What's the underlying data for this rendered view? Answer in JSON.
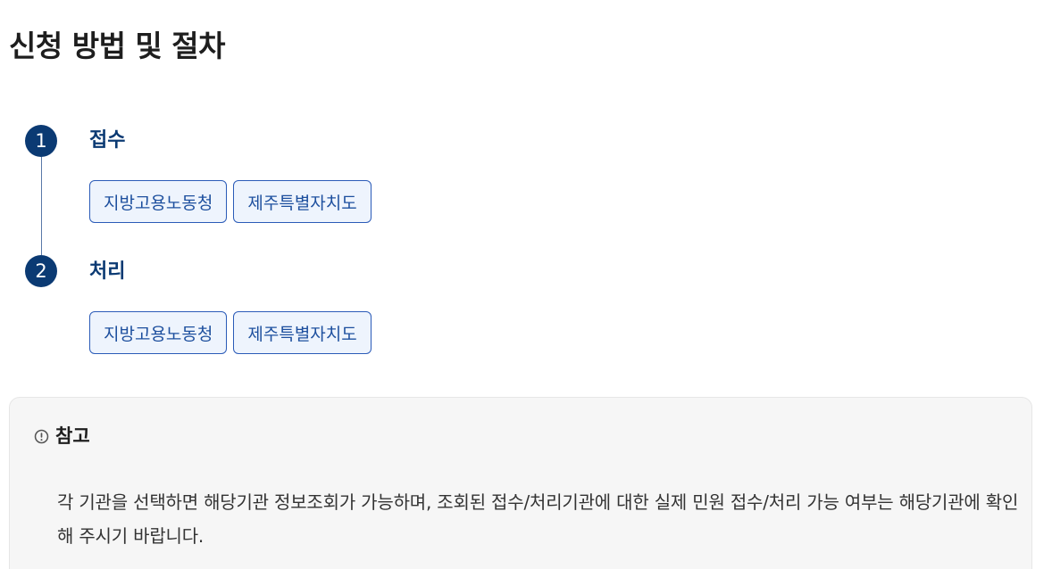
{
  "page": {
    "title": "신청 방법 및 절차"
  },
  "steps": [
    {
      "number": "1",
      "title": "접수",
      "orgs": [
        "지방고용노동청",
        "제주특별자치도"
      ]
    },
    {
      "number": "2",
      "title": "처리",
      "orgs": [
        "지방고용노동청",
        "제주특별자치도"
      ]
    }
  ],
  "note": {
    "icon": "exclamation-circle-icon",
    "title": "참고",
    "text": "각 기관을 선택하면 해당기관 정보조회가 가능하며, 조회된 접수/처리기관에 대한 실제 민원 접수/처리 가능 여부는 해당기관에 확인해 주시기 바랍니다."
  },
  "colors": {
    "step_circle": "#0b3a73",
    "step_title": "#0b3a73",
    "chip_border": "#2b5bb8",
    "chip_bg": "#eef4fd",
    "chip_text": "#1d4f9e",
    "note_bg": "#f6f6f6"
  }
}
